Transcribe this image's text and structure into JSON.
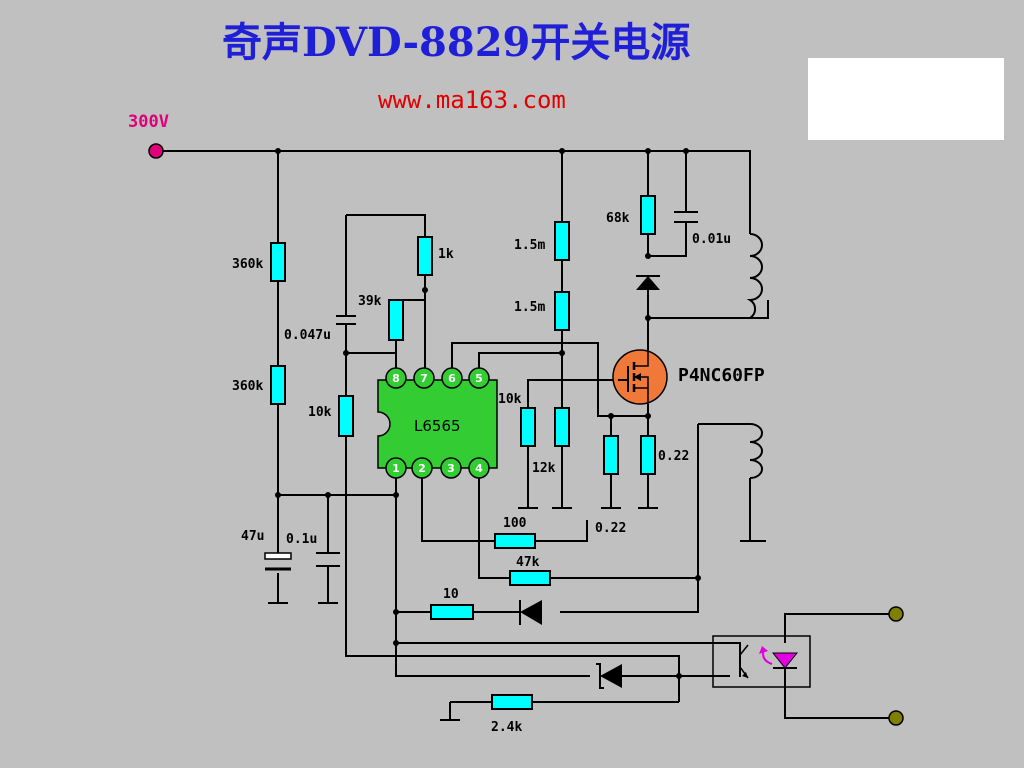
{
  "title": "奇声DVD-8829开关电源",
  "website": "www.ma163.com",
  "supply": "300V",
  "ic": {
    "name": "L6565",
    "pins_top": [
      "8",
      "7",
      "6",
      "5"
    ],
    "pins_bottom": [
      "1",
      "2",
      "3",
      "4"
    ]
  },
  "mosfet": "P4NC60FP",
  "components": {
    "r_360k_top": "360k",
    "r_360k_bot": "360k",
    "c_0047u": "0.047u",
    "r_39k": "39k",
    "r_1k": "1k",
    "r_10k_left": "10k",
    "r_15m_top": "1.5m",
    "r_15m_bot": "1.5m",
    "r_68k": "68k",
    "c_001u": "0.01u",
    "r_10k_mid": "10k",
    "r_12k": "12k",
    "r_022_a": "0.22",
    "r_022_b": "0.22",
    "c_47u": "47u",
    "c_01u": "0.1u",
    "r_100": "100",
    "r_47k": "47k",
    "r_10": "10",
    "r_24k": "2.4k"
  },
  "colors": {
    "background": "#c0c0c0",
    "title": "#1f1fd8",
    "website": "#e00000",
    "supply_label": "#e0007a",
    "resistor": "#00ffff",
    "ic_body": "#33cc33",
    "mosfet": "#f07838",
    "led": "#e000e0",
    "terminal": "#808000"
  }
}
